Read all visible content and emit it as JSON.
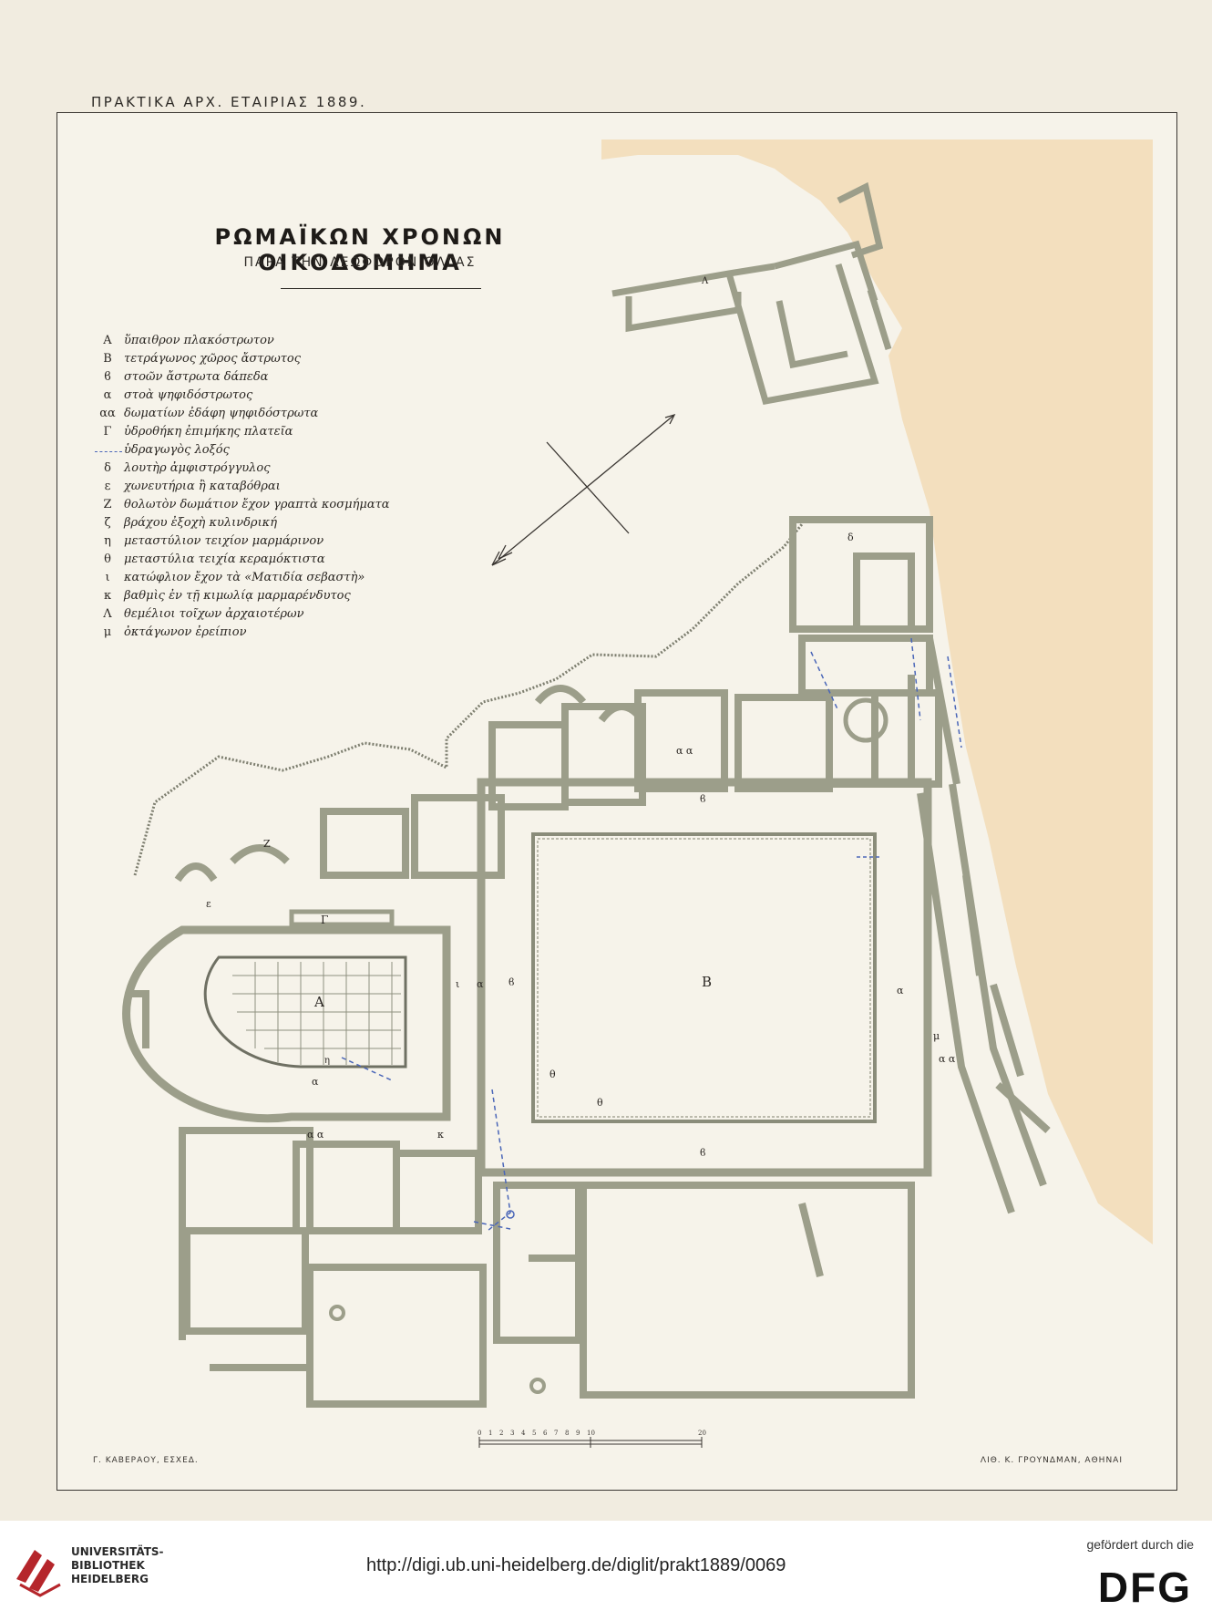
{
  "running_head": "ΠΡΑΚΤΙΚΑ ΑΡΧ. ΕΤΑΙΡΙΑΣ 1889.",
  "title": "ΡΩΜΑΪΚΩΝ ΧΡΟΝΩΝ ΟΙΚΟΔΟΜΗΜΑ",
  "subtitle": "ΠΑΡΑ ΤΗΝ ΛΕΩΦΟΡΟΝ ΟΛΓΑΣ",
  "legend": [
    {
      "symbol": "Α",
      "text": "ὕπαιθρον πλακόστρωτον"
    },
    {
      "symbol": "Β",
      "text": "τετράγωνος χῶρος ἄστρωτος"
    },
    {
      "symbol": "ϐ",
      "text": "στοῶν ἄστρωτα δάπεδα"
    },
    {
      "symbol": "α",
      "text": "στοὰ ψηφιδόστρωτος"
    },
    {
      "symbol": "αα",
      "text": "δωματίων ἐδάφη ψηφιδόστρωτα"
    },
    {
      "symbol": "Γ",
      "text": "ὑδροθήκη ἐπιμήκης πλατεῖα"
    },
    {
      "symbol": "",
      "text": "ὑδραγωγὸς λοξός"
    },
    {
      "symbol": "δ",
      "text": "λουτὴρ ἀμφιστρόγγυλος"
    },
    {
      "symbol": "ε",
      "text": "χωνευτήρια ἢ καταβόθραι"
    },
    {
      "symbol": "Ζ",
      "text": "θολωτὸν δωμάτιον ἔχον γραπτὰ κοσμήματα"
    },
    {
      "symbol": "ζ",
      "text": "βράχου ἐξοχὴ κυλινδρική"
    },
    {
      "symbol": "η",
      "text": "μεταστύλιον τειχίον μαρμάρινον"
    },
    {
      "symbol": "θ",
      "text": "μεταστύλια τειχία κεραμόκτιστα"
    },
    {
      "symbol": "ι",
      "text": "κατώφλιον ἔχον τὰ «Ματιδία σεβαστὴ»"
    },
    {
      "symbol": "κ",
      "text": "βαθμὶς ἐν τῇ κιμωλίᾳ μαρμαρένδυτος"
    },
    {
      "symbol": "Λ",
      "text": "θεμέλιοι τοῖχων ἀρχαιοτέρων"
    },
    {
      "symbol": "μ",
      "text": "ὀκτάγωνον ἐρείπιον"
    }
  ],
  "plan_labels": {
    "big_court": "Β",
    "paved_court": "Α",
    "cistern": "Γ",
    "vaulted_room": "Ζ",
    "stoa_top": "ϐ",
    "stoa_left": "ϐ",
    "stoa_bottom": "ϐ",
    "stoa_right": "α",
    "stoa_semicircle": "α",
    "rooms_top": "α α",
    "rooms_bottom_left": "α α",
    "rooms_right": "α α",
    "rooms_mid": "α",
    "theta_a": "θ",
    "theta_b": "θ",
    "iota": "ι",
    "kappa": "κ",
    "mu": "μ",
    "delta": "δ",
    "epsilon": "ε",
    "lambda": "Λ",
    "eta": "η"
  },
  "scale": {
    "ticks": [
      "0",
      "1",
      "2",
      "3",
      "4",
      "5",
      "6",
      "7",
      "8",
      "9",
      "10"
    ],
    "end": "20"
  },
  "credit_left": "Γ. ΚΑΒΕΡΑΟΥ, ΕΣΧΕΔ.",
  "credit_right": "ΛΙΘ. Κ. ΓΡΟΥΝΔΜΑΝ, ΑΘΗΝΑΙ",
  "footer": {
    "library_lines": [
      "UNIVERSITÄTS-",
      "BIBLIOTHEK",
      "HEIDELBERG"
    ],
    "url": "http://digi.ub.uni-heidelberg.de/diglit/prakt1889/0069",
    "funded_by": "gefördert durch die",
    "funder": "DFG"
  },
  "colors": {
    "sea": "#f3dfbe",
    "walls": "#9c9e8a",
    "water_line": "#4a66b8",
    "paper": "#f6f3ea",
    "logo_red": "#b5262b"
  }
}
